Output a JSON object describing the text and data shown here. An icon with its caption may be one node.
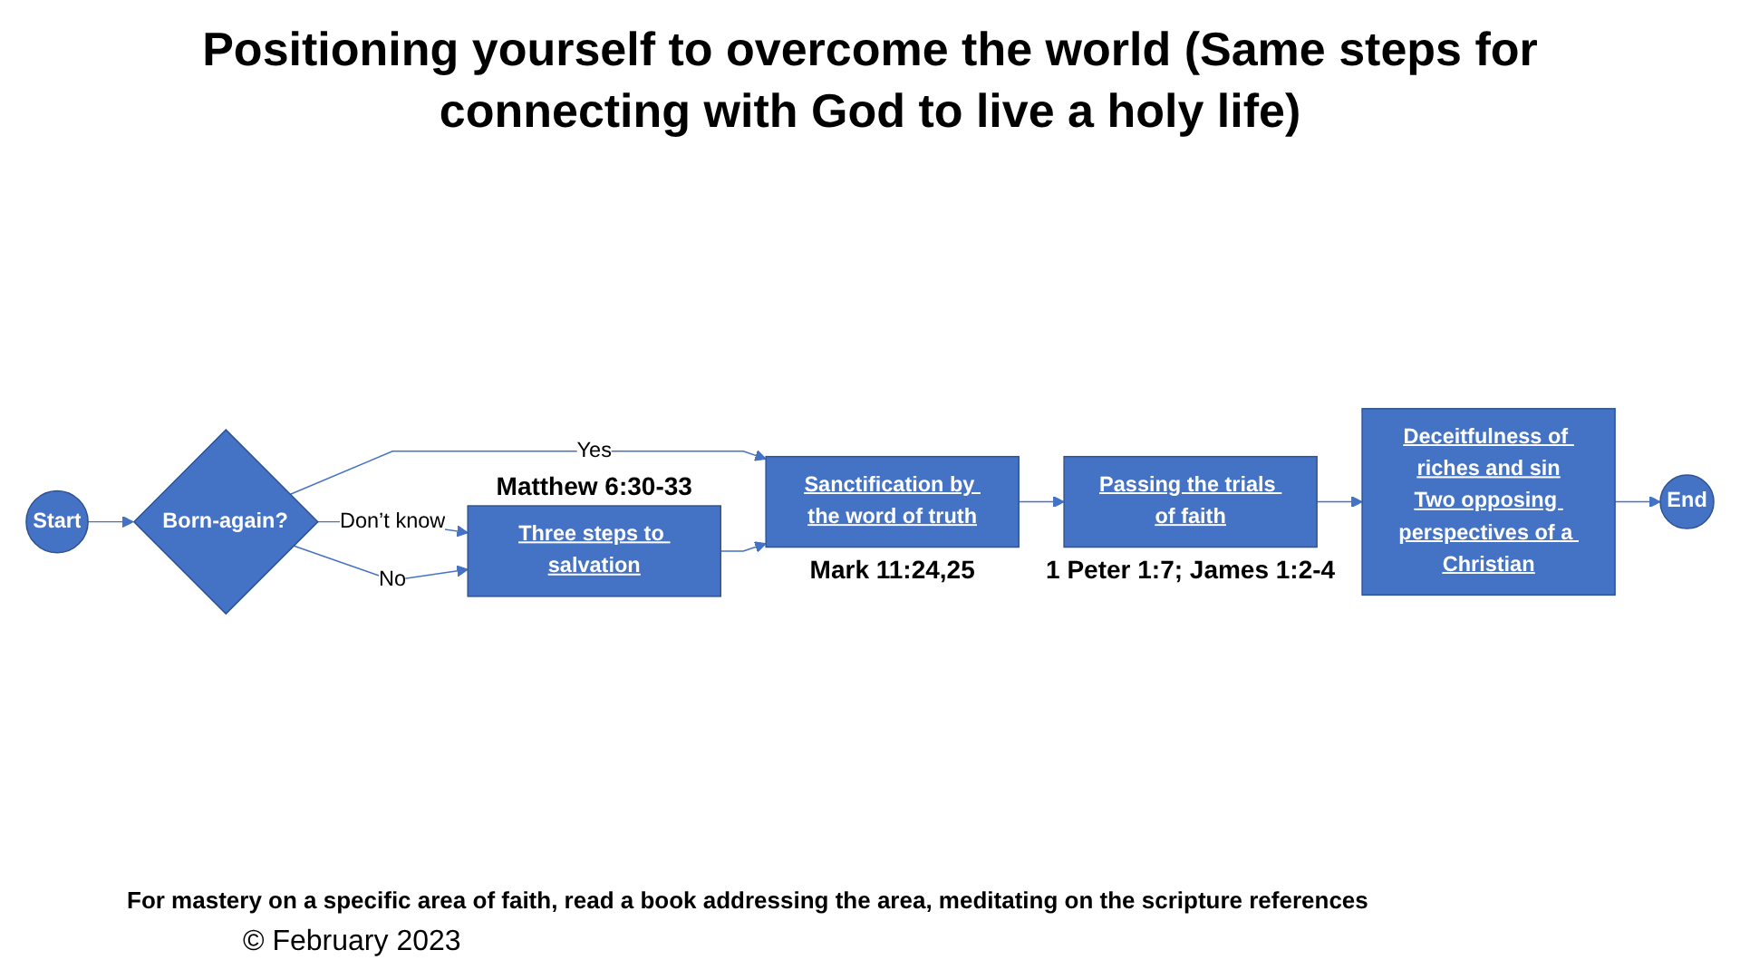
{
  "diagram": {
    "title": "Positioning yourself to overcome the world (Same steps for connecting with God to live a holy life)",
    "nodes": [
      {
        "text": [
          "Start"
        ]
      },
      {
        "text": [
          "Born-again?"
        ]
      },
      {
        "text": [
          "Three steps to salvation"
        ],
        "beside": [
          "Matthew 6:30-33"
        ]
      },
      {
        "text": [
          "Sanctification by the word of truth"
        ],
        "beside": [
          "Mark 11:24,25"
        ]
      },
      {
        "text": [
          "Passing the trials of faith"
        ],
        "beside": [
          "1 Peter 1:7; James 1:2-4"
        ]
      },
      {
        "text": [
          "Deceitfulness of riches and sin",
          "Two opposing perspectives of a Christian"
        ]
      },
      {
        "text": [
          "End"
        ]
      }
    ],
    "edges": [
      {
        "from": 0,
        "to": 1,
        "arrow": "to"
      },
      {
        "from": 1,
        "to": 2,
        "arrow": "to",
        "label": "Don’t know"
      },
      {
        "from": 1,
        "to": 2,
        "arrow": "to",
        "label": "No"
      },
      {
        "from": 1,
        "to": 3,
        "arrow": "to",
        "label": "Yes"
      },
      {
        "from": 2,
        "to": 3,
        "arrow": "to"
      },
      {
        "from": 3,
        "to": 4,
        "arrow": "to"
      },
      {
        "from": 4,
        "to": 5,
        "arrow": "to"
      },
      {
        "from": 5,
        "to": 6,
        "arrow": "to"
      }
    ],
    "labels": [
      "For mastery on a specific area of faith, read a book addressing the area, meditating on the scripture references",
      "© February 2023"
    ]
  }
}
